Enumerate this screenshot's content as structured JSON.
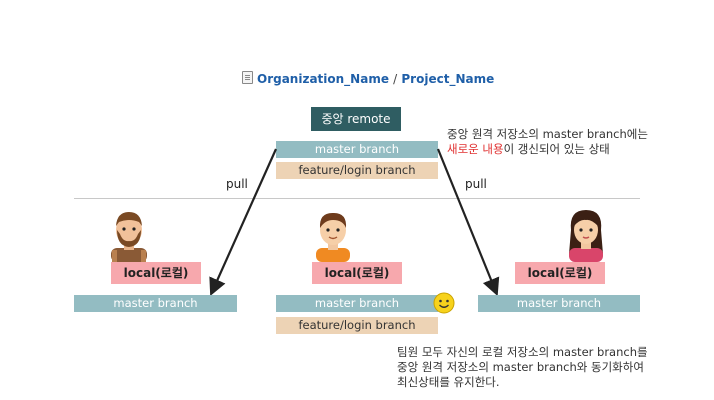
{
  "repo": {
    "org": "Organization_Name",
    "separator": "/",
    "project": "Project_Name",
    "icon": "repository-icon"
  },
  "remote": {
    "label": "중앙 remote",
    "branch": "master branch",
    "feature": "feature/login branch",
    "note_line1": "중앙 원격 저장소의 master branch에는",
    "note_highlight": "새로운 내용",
    "note_line2_rest": "이 갱신되어 있는 상태"
  },
  "pulls": {
    "left": "pull",
    "right": "pull"
  },
  "locals": [
    {
      "label": "local(로컬)",
      "branch": "master branch",
      "avatar": "bearded-man-avatar"
    },
    {
      "label": "local(로컬)",
      "branch": "master branch",
      "feature": "feature/login branch",
      "avatar": "boy-avatar",
      "status_icon": "smiley-icon"
    },
    {
      "label": "local(로컬)",
      "branch": "master branch",
      "avatar": "woman-avatar"
    }
  ],
  "bottom_note": [
    "팀원 모두 자신의 로컬 저장소의 master branch를",
    "중앙 원격 저장소의 master branch와 동기화하여",
    "최신상태를 유지한다."
  ],
  "colors": {
    "remote_bg": "#2f5d62",
    "branch_bg": "#93bcc2",
    "feature_bg": "#edd3b5",
    "local_bg": "#f7a8ad",
    "link": "#1f5fa8",
    "highlight": "#e03030"
  }
}
